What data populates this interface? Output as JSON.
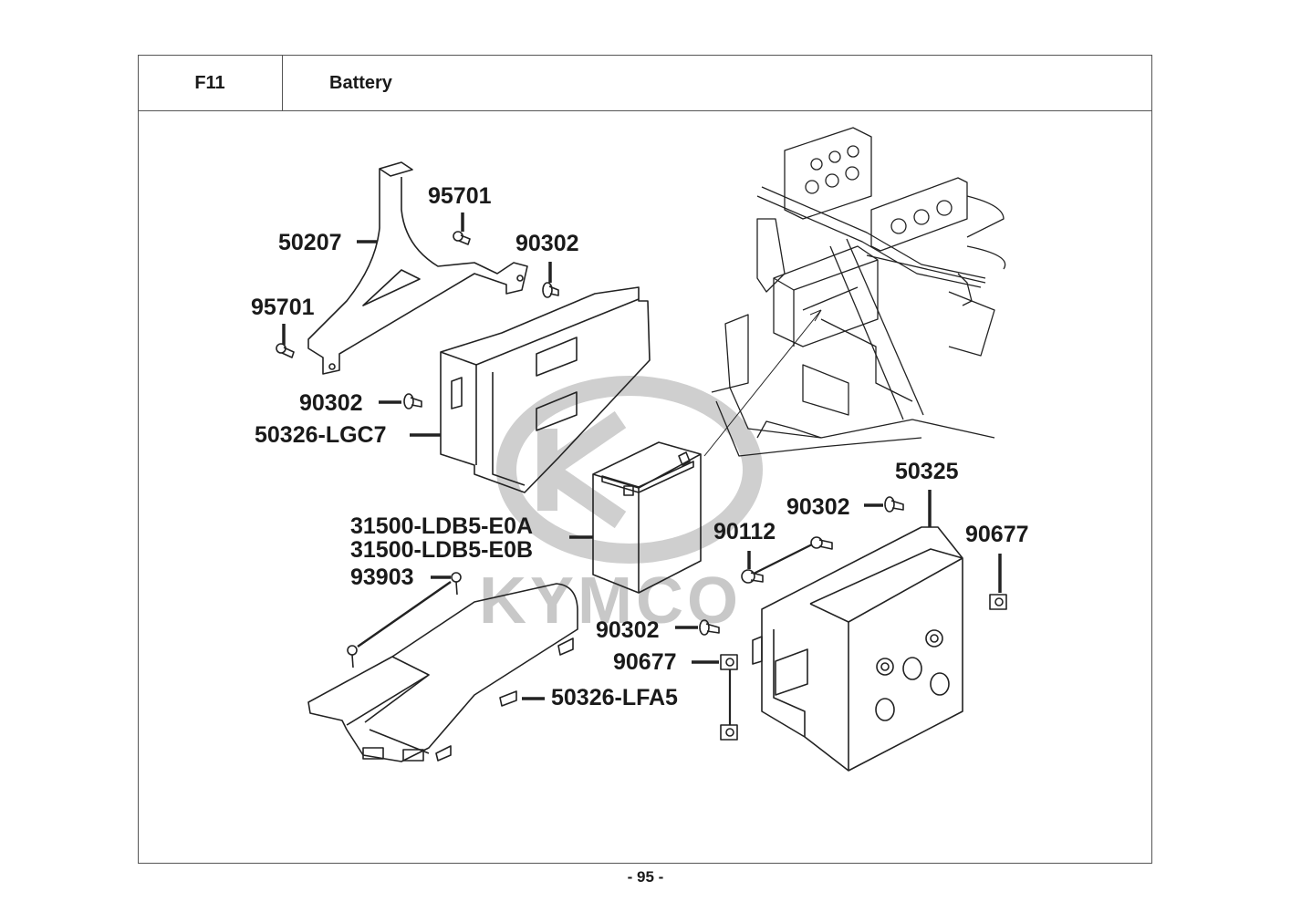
{
  "header": {
    "section_code": "F11",
    "section_title": "Battery"
  },
  "watermark": {
    "brand": "KYMCO",
    "color": "#c8c8c8"
  },
  "callouts": [
    {
      "id": "bracket",
      "part_no": "50207"
    },
    {
      "id": "bolt-upper",
      "part_no": "95701"
    },
    {
      "id": "bolt-left",
      "part_no": "95701"
    },
    {
      "id": "rivet-upper",
      "part_no": "90302"
    },
    {
      "id": "rivet-left",
      "part_no": "90302"
    },
    {
      "id": "battery-case",
      "part_no": "50326-LGC7"
    },
    {
      "id": "battery-a",
      "part_no": "31500-LDB5-E0A"
    },
    {
      "id": "battery-b",
      "part_no": "31500-LDB5-E0B"
    },
    {
      "id": "screw",
      "part_no": "93903"
    },
    {
      "id": "battery-cover-lower",
      "part_no": "50326-LFA5"
    },
    {
      "id": "rivet-lower",
      "part_no": "90302"
    },
    {
      "id": "clip-lower",
      "part_no": "90677"
    },
    {
      "id": "bolt-collar",
      "part_no": "90112"
    },
    {
      "id": "rivet-right",
      "part_no": "90302"
    },
    {
      "id": "battery-cover-box",
      "part_no": "50325"
    },
    {
      "id": "clip-right",
      "part_no": "90677"
    }
  ],
  "footer": {
    "page_number": "- 95 -"
  }
}
